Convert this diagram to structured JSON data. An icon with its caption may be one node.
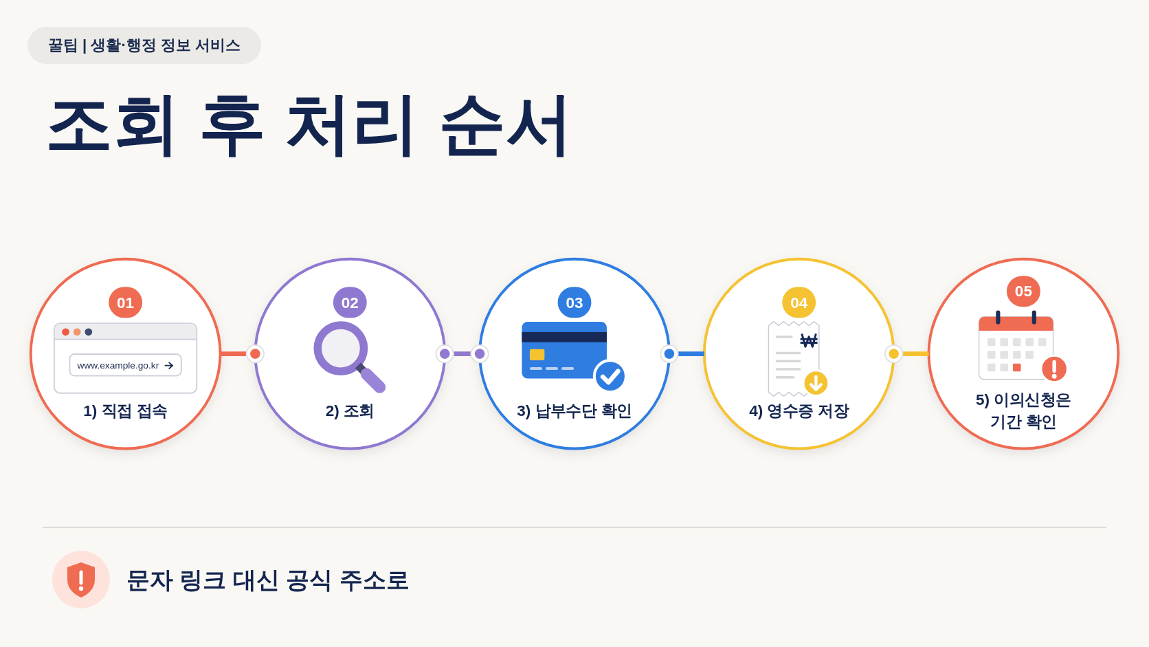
{
  "diagram": {
    "title": "조회 후 처리 순서",
    "nodes": [
      {
        "text": [
          "01",
          "www.example.go.kr",
          "1) 직접 접속"
        ]
      },
      {
        "text": [
          "02",
          "2) 조회"
        ]
      },
      {
        "text": [
          "03",
          "3) 납부수단 확인"
        ]
      },
      {
        "text": [
          "04",
          "4) 영수증 저장"
        ]
      },
      {
        "text": [
          "05",
          "5) 이의신청은 기간 확인"
        ]
      }
    ],
    "edges": [
      {
        "from": 0,
        "to": 1,
        "arrow": "other",
        "color": "#ef6a52"
      },
      {
        "from": 1,
        "to": 2,
        "arrow": "other",
        "color": "#9079cf"
      },
      {
        "from": 2,
        "to": 3,
        "arrow": "other",
        "color": "#2f7de1"
      },
      {
        "from": 3,
        "to": 4,
        "arrow": "other",
        "color": "#f5c232"
      }
    ],
    "labels": [
      "꿀팁 | 생활·행정 정보 서비스",
      "문자 링크 대신 공식 주소로"
    ]
  }
}
